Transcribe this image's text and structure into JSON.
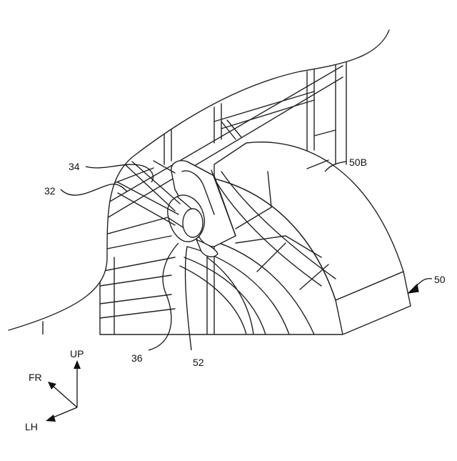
{
  "figure": {
    "reference_labels": {
      "label_34": "34",
      "label_32": "32",
      "label_50B": "50B",
      "label_50": "50",
      "label_36": "36",
      "label_52": "52"
    },
    "axes": {
      "up": "UP",
      "front": "FR",
      "left_hand": "LH"
    }
  }
}
